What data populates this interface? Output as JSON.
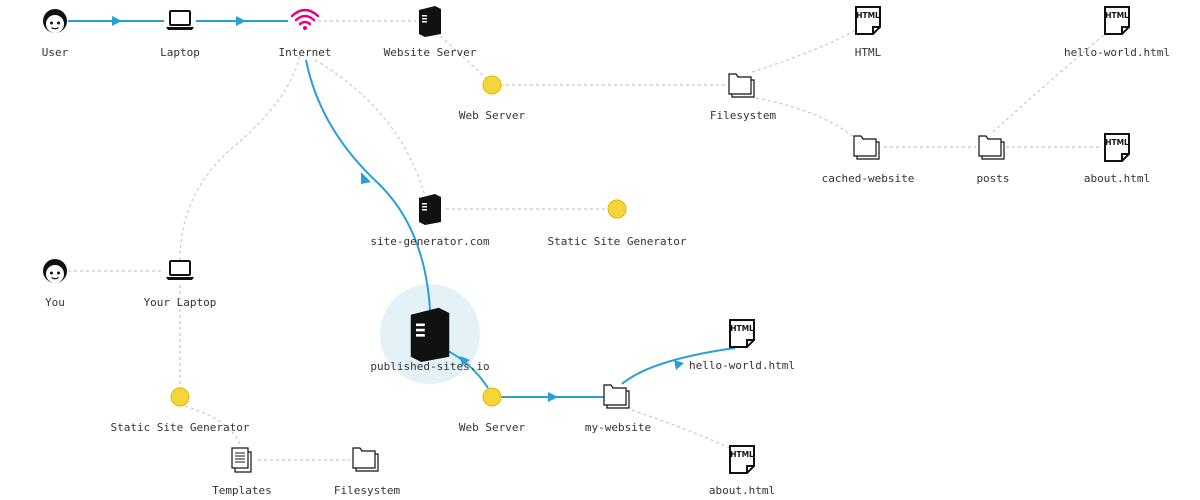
{
  "colors": {
    "flow": "#2a9fd6",
    "link": "#c8c8c8",
    "service": "#f5d63a",
    "wifi": "#e6007e",
    "icon": "#111111",
    "halo": "#e4f2f8"
  },
  "nodes": {
    "user": {
      "label": "User",
      "icon": "face-icon"
    },
    "laptop": {
      "label": "Laptop",
      "icon": "laptop-icon"
    },
    "internet": {
      "label": "Internet",
      "icon": "wifi-icon"
    },
    "website_server": {
      "label": "Website Server",
      "icon": "server-icon"
    },
    "web_server_top": {
      "label": "Web Server",
      "icon": "service-dot"
    },
    "filesystem_top": {
      "label": "Filesystem",
      "icon": "folder-icon"
    },
    "html_top": {
      "label": "HTML",
      "icon": "html-file-icon"
    },
    "hello_world_top": {
      "label": "hello-world.html",
      "icon": "html-file-icon"
    },
    "cached_website": {
      "label": "cached-website",
      "icon": "folder-icon"
    },
    "posts": {
      "label": "posts",
      "icon": "folder-icon"
    },
    "about_top": {
      "label": "about.html",
      "icon": "html-file-icon"
    },
    "site_generator_com": {
      "label": "site-generator.com",
      "icon": "server-icon"
    },
    "static_site_generator_mid": {
      "label": "Static Site Generator",
      "icon": "service-dot"
    },
    "you": {
      "label": "You",
      "icon": "face-icon"
    },
    "your_laptop": {
      "label": "Your Laptop",
      "icon": "laptop-icon"
    },
    "published_sites": {
      "label": "published-sites.io",
      "icon": "server-icon"
    },
    "web_server_bottom": {
      "label": "Web Server",
      "icon": "service-dot"
    },
    "my_website": {
      "label": "my-website",
      "icon": "folder-icon"
    },
    "hello_world_bottom": {
      "label": "hello-world.html",
      "icon": "html-file-icon"
    },
    "about_bottom": {
      "label": "about.html",
      "icon": "html-file-icon"
    },
    "static_site_generator_bottom": {
      "label": "Static Site Generator",
      "icon": "service-dot"
    },
    "templates": {
      "label": "Templates",
      "icon": "documents-icon"
    },
    "filesystem_bottom": {
      "label": "Filesystem",
      "icon": "folder-icon"
    }
  },
  "html_badge": "HTML"
}
